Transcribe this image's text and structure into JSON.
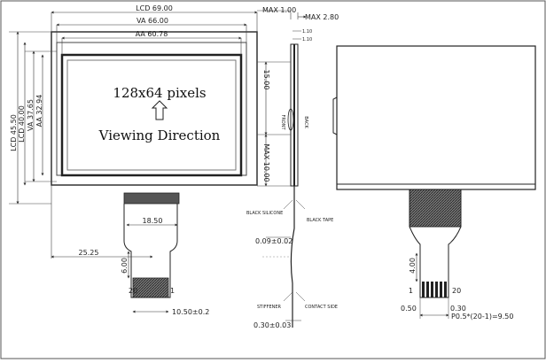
{
  "front_view": {
    "lcd_width": "LCD 69.00",
    "va_width": "VA 66.00",
    "aa_width": "AA 60.78",
    "lcd_height": "LCD 45.50",
    "lcd_inner_height": "LCD 40.00",
    "va_height": "VA 37.65",
    "aa_height": "AA 32.94",
    "resolution": "128x64 pixels",
    "viewing_direction": "Viewing Direction",
    "fpc_width": "18.50",
    "fpc_offset": "25.25",
    "fpc_length": "6.00",
    "pin_first": "20",
    "pin_last": "1",
    "connector_width": "10.50±0.2"
  },
  "side_view": {
    "max_total": "MAX 1.00",
    "max_thickness": "MAX 2.80",
    "layer_1": "1.10",
    "layer_2": "1.10",
    "height_15": "15.00",
    "max_10": "MAX 10.00",
    "front_label": "FRONT",
    "back_label": "BACK",
    "black_silicone": "BLACK SILICONE",
    "black_tape": "BLACK TAPE",
    "fpc_thickness": "0.09±0.02",
    "stiffener": "STIFFENER",
    "contact_side": "CONTACT SIDE",
    "stiffener_thickness": "0.30±0.03"
  },
  "back_view": {
    "pin_length": "4.00",
    "pin_first": "1",
    "pin_last": "20",
    "left_margin": "0.50",
    "right_margin": "0.30",
    "pitch": "P0.5*(20-1)=9.50"
  }
}
